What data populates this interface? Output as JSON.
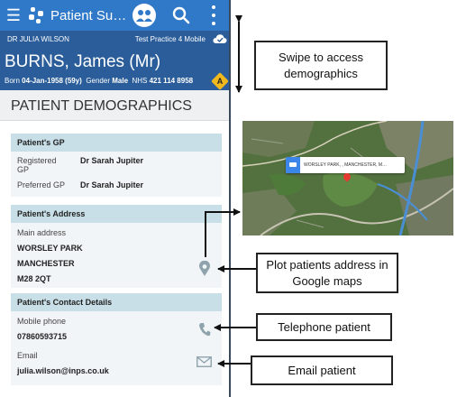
{
  "appbar": {
    "title": "Patient Su…",
    "menu_icon": "hamburger-menu-icon",
    "app_logo_icon": "app-logo-icon",
    "patients_icon": "people-icon",
    "search_icon": "search-icon",
    "more_icon": "more-vertical-icon"
  },
  "context": {
    "user": "DR JULIA WILSON",
    "practice": "Test Practice 4 Mobile",
    "sync_icon": "cloud-check-icon"
  },
  "patient": {
    "name": "BURNS, James (Mr)",
    "born_label": "Born",
    "born_value": "04-Jan-1958 (59y)",
    "gender_label": "Gender",
    "gender_value": "Male",
    "nhs_label": "NHS",
    "nhs_value": "421 114 8958",
    "alert_icon": "alert-icon",
    "alert_text": "A"
  },
  "section": {
    "title": "PATIENT DEMOGRAPHICS"
  },
  "gp_card": {
    "heading": "Patient's GP",
    "registered_label": "Registered GP",
    "registered_value": "Dr Sarah Jupiter",
    "preferred_label": "Preferred GP",
    "preferred_value": "Dr Sarah Jupiter"
  },
  "address_card": {
    "heading": "Patient's Address",
    "main_label": "Main address",
    "line1": "WORSLEY PARK",
    "line2": "MANCHESTER",
    "line3": "M28 2QT",
    "map_pin_icon": "map-pin-icon"
  },
  "contact_card": {
    "heading": "Patient's Contact Details",
    "mobile_label": "Mobile phone",
    "mobile_value": "07860593715",
    "phone_icon": "phone-icon",
    "email_label": "Email",
    "email_value": "julia.wilson@inps.co.uk",
    "email_icon": "mail-icon"
  },
  "map": {
    "callout_text": "WORSLEY PARK, , MANCHESTER, M…",
    "directions_icon": "car-icon",
    "marker_icon": "map-marker-icon"
  },
  "annotations": {
    "swipe": "Swipe to access demographics",
    "plot": "Plot patients address in Google maps",
    "telephone": "Telephone patient",
    "email": "Email patient"
  },
  "colors": {
    "appbar": "#2f79c8",
    "context_bar": "#2a5d9a",
    "card_header": "#c9dfe8",
    "card_body": "#f1f5f7",
    "alert": "#f2b91f"
  }
}
